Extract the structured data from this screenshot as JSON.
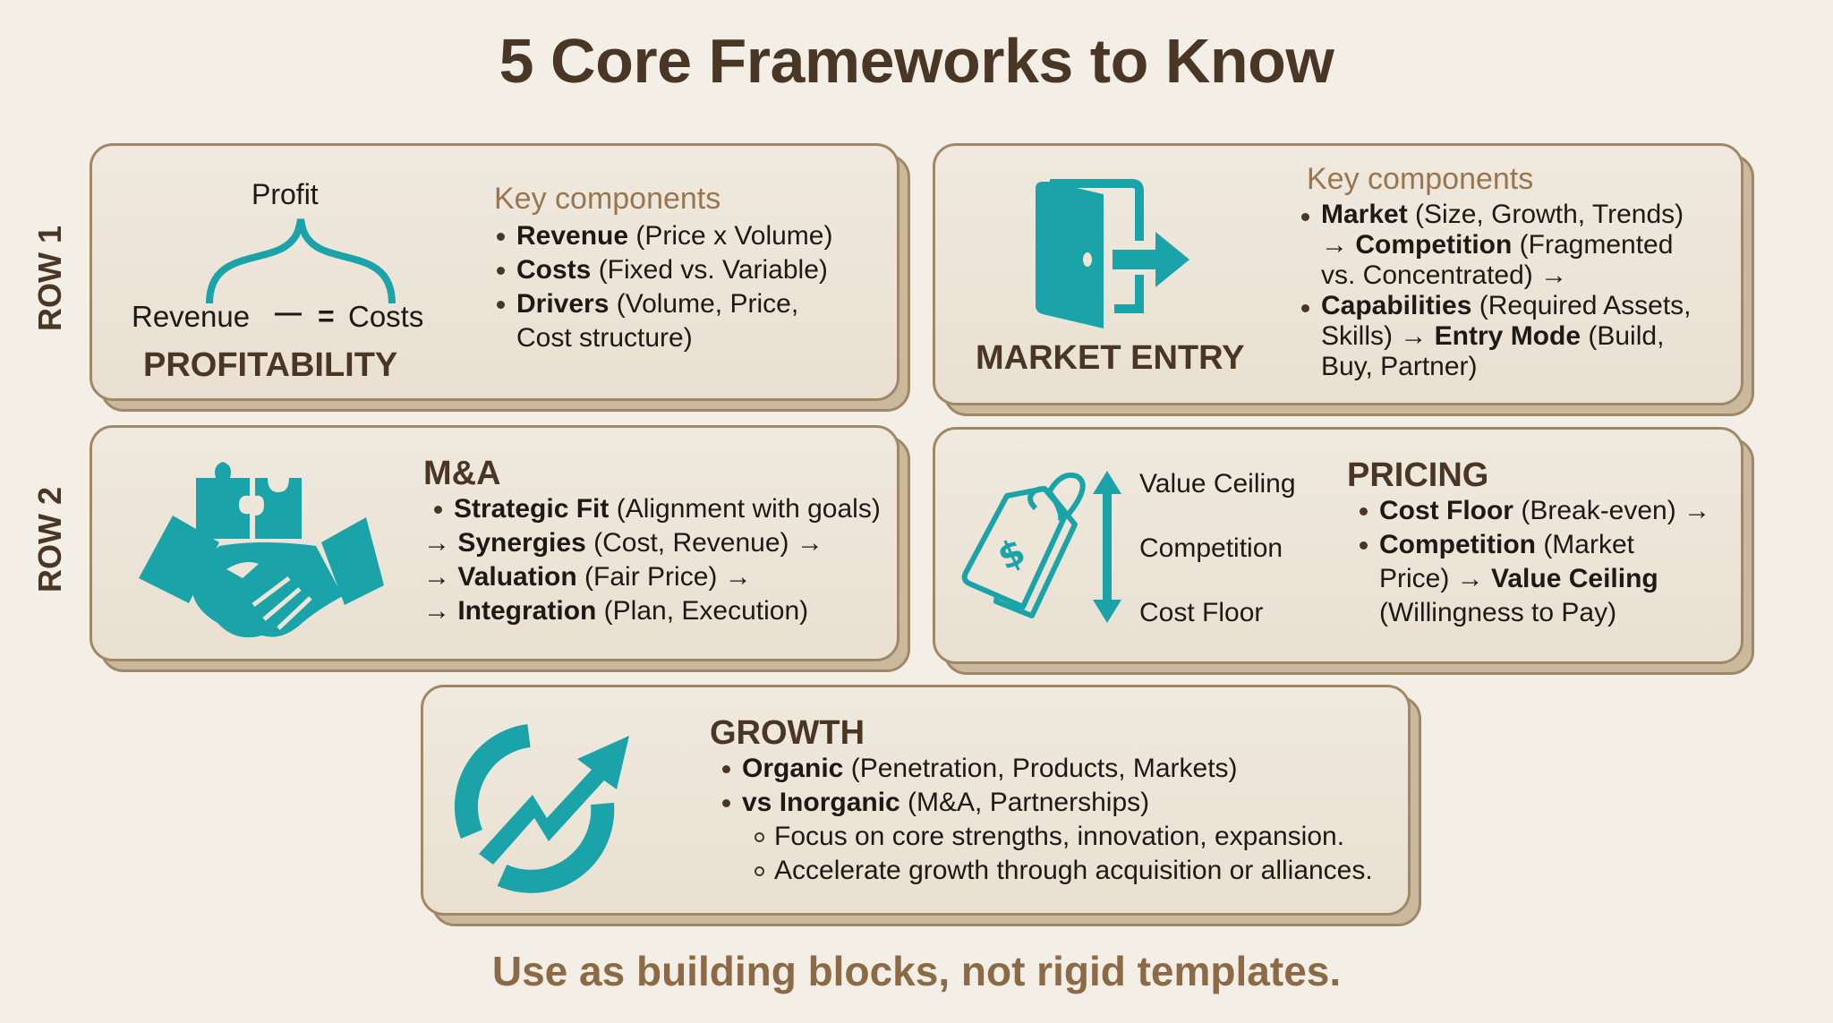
{
  "title": "5 Core Frameworks to Know",
  "row_labels": [
    "ROW 1",
    "ROW 2"
  ],
  "colors": {
    "background": "#f4efe6",
    "card_fill": "#ece5d8",
    "card_border": "#a08867",
    "card_shadow": "#cbb99d",
    "heading": "#4a3625",
    "accent_teal": "#1aa3a8",
    "key_components": "#9a7650",
    "tagline": "#8b6a45"
  },
  "profitability": {
    "heading": "PROFITABILITY",
    "icon": "profit-tree-diagram",
    "diagram": {
      "top": "Profit",
      "left": "Revenue",
      "minus": "—",
      "equals": "=",
      "right": "Costs"
    },
    "key_components_label": "Key components",
    "items": [
      {
        "bold": "Revenue",
        "rest": " (Price x Volume)"
      },
      {
        "bold": "Costs",
        "rest": " (Fixed vs. Variable)"
      },
      {
        "bold": "Drivers",
        "rest": " (Volume, Price,"
      },
      {
        "cont": "Cost structure)"
      }
    ]
  },
  "market_entry": {
    "heading": "MARKET ENTRY",
    "icon": "door-exit-icon",
    "key_components_label": "Key components",
    "lines": [
      {
        "bullet": true,
        "bold": "Market",
        "rest": " (Size, Growth, Trends)"
      },
      {
        "pre": "→ ",
        "bold": "Competition",
        "rest": " (Fragmented"
      },
      {
        "rest": "vs. Concentrated) →"
      },
      {
        "bullet": true,
        "bold": "Capabilities",
        "rest": " (Required Assets,"
      },
      {
        "rest": "Skills) → ",
        "bold2": "Entry Mode",
        "rest2": " (Build,"
      },
      {
        "rest": "Buy, Partner)"
      }
    ]
  },
  "ma": {
    "heading": "M&A",
    "icon": "handshake-puzzle-icon",
    "lines": [
      {
        "bullet": true,
        "bold": "Strategic Fit",
        "rest": " (Alignment with goals)"
      },
      {
        "pre": "→ ",
        "bold": "Synergies",
        "rest": " (Cost, Revenue) →"
      },
      {
        "pre": "→ ",
        "bold": "Valuation",
        "rest": " (Fair Price) →"
      },
      {
        "pre": "→ ",
        "bold": "Integration",
        "rest": " (Plan, Execution)"
      }
    ]
  },
  "pricing": {
    "heading": "PRICING",
    "icon": "price-tag-icon",
    "scale": {
      "top": "Value Ceiling",
      "middle": "Competition",
      "bottom": "Cost Floor"
    },
    "lines": [
      {
        "bullet": true,
        "bold": "Cost Floor",
        "rest": " (Break-even) →"
      },
      {
        "bullet": true,
        "bold": "Competition",
        "rest": " (Market"
      },
      {
        "rest": "Price) → ",
        "bold2": "Value Ceiling"
      },
      {
        "rest": "(Willingness to Pay)"
      }
    ]
  },
  "growth": {
    "heading": "GROWTH",
    "icon": "growth-arrow-cycle-icon",
    "lines": [
      {
        "bullet": true,
        "bold": "Organic",
        "rest": " (Penetration, Products, Markets)"
      },
      {
        "bullet": true,
        "bold": "vs Inorganic",
        "rest": " (M&A, Partnerships)"
      }
    ],
    "sub_items": [
      "Focus on core strengths, innovation, expansion.",
      "Accelerate growth through acquisition or alliances."
    ]
  },
  "tagline": "Use as building blocks, not rigid templates."
}
